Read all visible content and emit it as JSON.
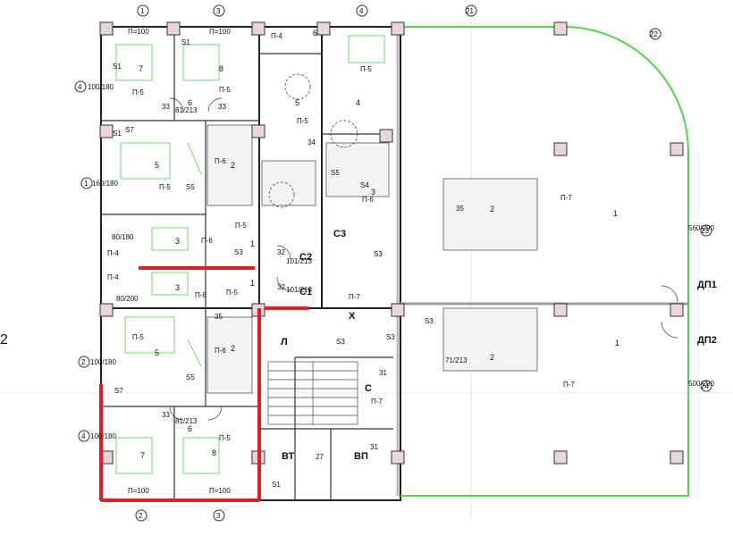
{
  "side_label": "2",
  "axis_top": [
    "1",
    "3",
    "4",
    "21"
  ],
  "axis_bottom": [
    "2",
    "3"
  ],
  "axis_right": [
    "22",
    "23",
    "24"
  ],
  "axis_left": [
    "4",
    "1",
    "2",
    "4"
  ],
  "dims": {
    "p100": "П=100",
    "d100_180": "100/180",
    "d160_180": "160/180",
    "d80_180": "80/180",
    "d80_200": "80/200",
    "d560_290": "560/290",
    "d500_290": "500/290"
  },
  "rooms": {
    "r1": "1",
    "r2": "2",
    "r3": "3",
    "r4": "4",
    "r5": "5",
    "r6": "6",
    "r7": "7",
    "r8": "8",
    "L": "Л",
    "X": "X",
    "C": "C",
    "VT": "ВТ",
    "VP": "ВП",
    "C1": "C1",
    "C2": "C2",
    "C3": "C3",
    "DP1": "ДП1",
    "DP2": "ДП2"
  },
  "tags": {
    "p5": "П-5",
    "p6": "П-6",
    "p4": "П-4",
    "p7": "П-7",
    "s1": "S1",
    "s3": "S3",
    "s4": "S4",
    "s5": "S5",
    "s7": "S7",
    "n33": "33",
    "n32": "32",
    "n34": "34",
    "n35": "35",
    "n31": "31",
    "n27": "27",
    "d81_213": "81/213",
    "d101_213": "101/213",
    "d71_213": "71/213"
  }
}
